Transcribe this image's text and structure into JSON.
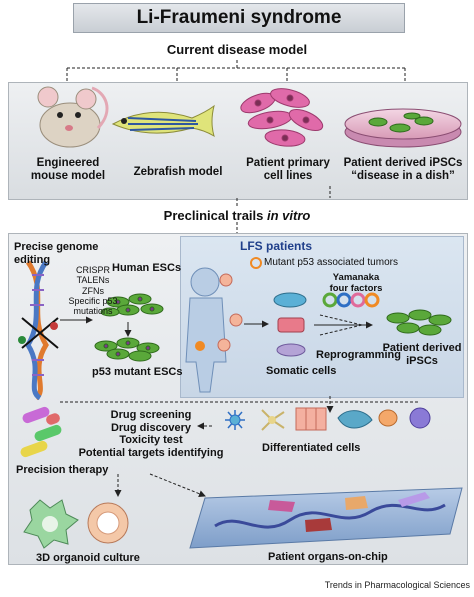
{
  "title": "Li-Fraumeni syndrome",
  "current_model": {
    "heading": "Current disease model",
    "items": [
      {
        "line1": "Engineered",
        "line2": "mouse model"
      },
      {
        "line1": "Zebrafish model",
        "line2": ""
      },
      {
        "line1": "Patient primary",
        "line2": "cell lines"
      },
      {
        "line1": "Patient derived iPSCs",
        "line2": "“disease in a dish”"
      }
    ]
  },
  "preclinical": {
    "heading": "Preclinical trails ",
    "heading_italic": "in vitro"
  },
  "genome": {
    "title1": "Precise genome",
    "title2": "editing",
    "tools": [
      "CRISPR",
      "TALENs",
      "ZFNs",
      "Specific p53",
      "mutations"
    ],
    "human_escs": "Human ESCs",
    "mutant_escs": "p53 mutant ESCs"
  },
  "lfs": {
    "title": "LFS patients",
    "legend": "Mutant p53 associated tumors",
    "yamanaka1": "Yamanaka",
    "yamanaka2": "four factors",
    "somatic": "Somatic cells",
    "reprogramming": "Reprogramming",
    "ipsc1": "Patient derived",
    "ipsc2": "iPSCs"
  },
  "drug": {
    "lines": [
      "Drug screening",
      "Drug discovery",
      "Toxicity test",
      "Potential targets identifying"
    ],
    "differentiated": "Differentiated cells",
    "precision": "Precision therapy",
    "organoid": "3D organoid culture",
    "organs_chip": "Patient organs-on-chip"
  },
  "footer": "Trends in Pharmacological Sciences",
  "colors": {
    "panel_border": "#aeb4ba",
    "title_text": "#111111",
    "lfs_title": "#1f3f8a",
    "mutant_ring": "#f08a24",
    "cell_green": "#5aa83a",
    "cell_pink": "#e06a9a",
    "chip_blue": "#8eaed6"
  }
}
